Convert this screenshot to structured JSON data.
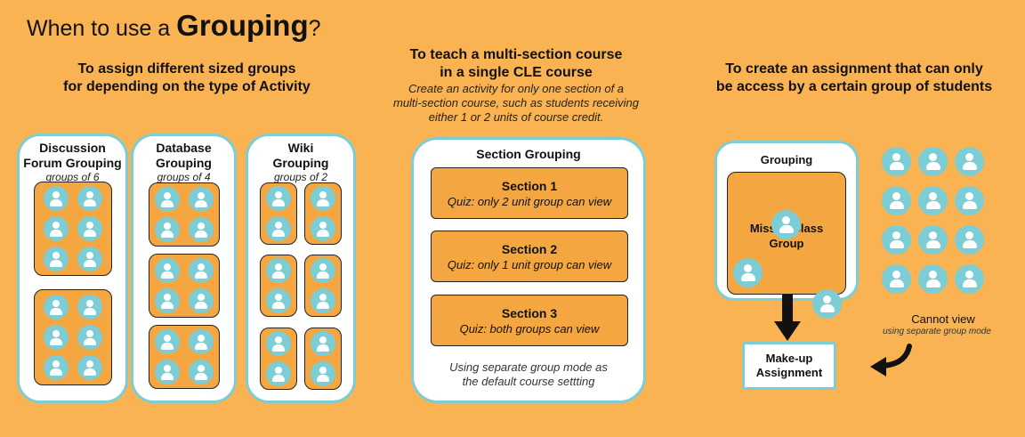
{
  "title": {
    "prefix": "When to use a ",
    "bold": "Grouping",
    "suffix": "?"
  },
  "left": {
    "heading": [
      "To assign different sized groups",
      "for depending on the type of Activity"
    ],
    "panels": [
      {
        "title": [
          "Discussion",
          "Forum Grouping"
        ],
        "subtitle": "groups of 6"
      },
      {
        "title": [
          "Database",
          "Grouping"
        ],
        "subtitle": "groups of 4"
      },
      {
        "title": [
          "Wiki",
          "Grouping"
        ],
        "subtitle": "groups of 2"
      }
    ]
  },
  "middle": {
    "heading": [
      "To teach a multi-section course",
      "in a single CLE course"
    ],
    "description": [
      "Create an activity for only one section of a",
      "multi-section course, such as students receiving",
      "either 1 or 2 units of course credit."
    ],
    "panel_title": "Section Grouping",
    "sections": [
      {
        "name": "Section 1",
        "quiz": "Quiz: only 2 unit group can view"
      },
      {
        "name": "Section 2",
        "quiz": "Quiz: only 1 unit group can view"
      },
      {
        "name": "Section 3",
        "quiz": "Quiz: both groups can view"
      }
    ],
    "note": [
      "Using separate group mode as",
      "the default course settting"
    ]
  },
  "right": {
    "heading": [
      "To create an assignment that can only",
      "be access by a certain group of students"
    ],
    "panel_title": "Grouping",
    "group_title": [
      "Missed Class",
      "Group"
    ],
    "assignment": [
      "Make-up",
      "Assignment"
    ],
    "cannot_view": "Cannot view",
    "cannot_view_sub": "using separate group mode"
  },
  "colors": {
    "background": "#fab352",
    "group_fill": "#f4a641",
    "panel_border": "#7ccdd6",
    "person": "#7ccdd6"
  },
  "icons": {
    "person": "person-icon",
    "arrow_down": "arrow-down-icon",
    "curved_arrow": "curved-arrow-icon"
  }
}
